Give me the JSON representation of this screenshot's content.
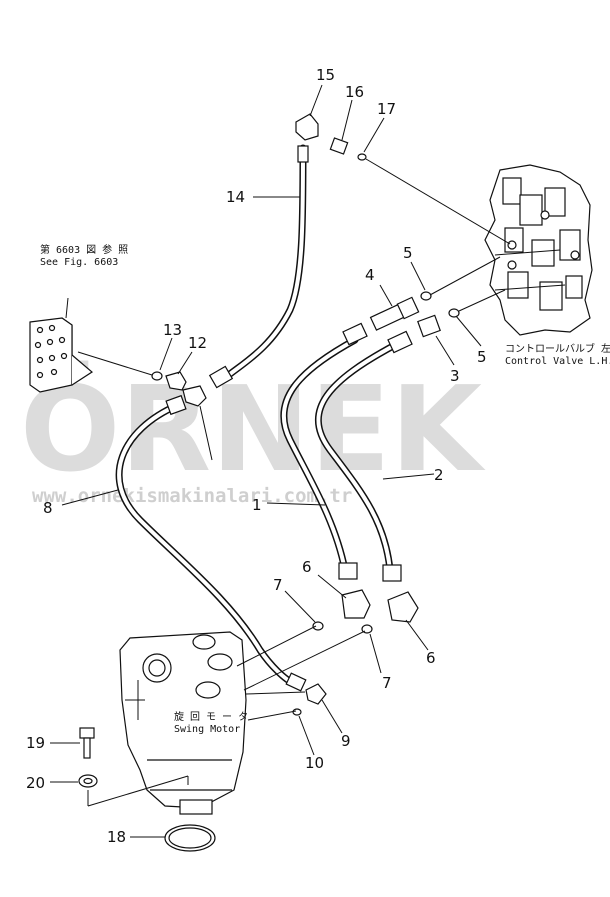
{
  "watermark": {
    "brand": "ÖRNEK",
    "url": "www.ornekismakinalari.com.tr",
    "color": "#d9d9d9"
  },
  "notes": {
    "see_fig_jp": "第 6603 図 参 照",
    "see_fig_en": "See Fig. 6603",
    "control_valve_jp": "コントロールバルブ 左",
    "control_valve_en": "Control Valve L.H.",
    "swing_motor_jp": "旋 回 モ ー タ",
    "swing_motor_en": "Swing Motor"
  },
  "callouts": [
    "15",
    "16",
    "17",
    "14",
    "5",
    "4",
    "13",
    "12",
    "5",
    "3",
    "8",
    "2",
    "1",
    "7",
    "6",
    "6",
    "7",
    "10",
    "9",
    "19",
    "20",
    "18"
  ]
}
